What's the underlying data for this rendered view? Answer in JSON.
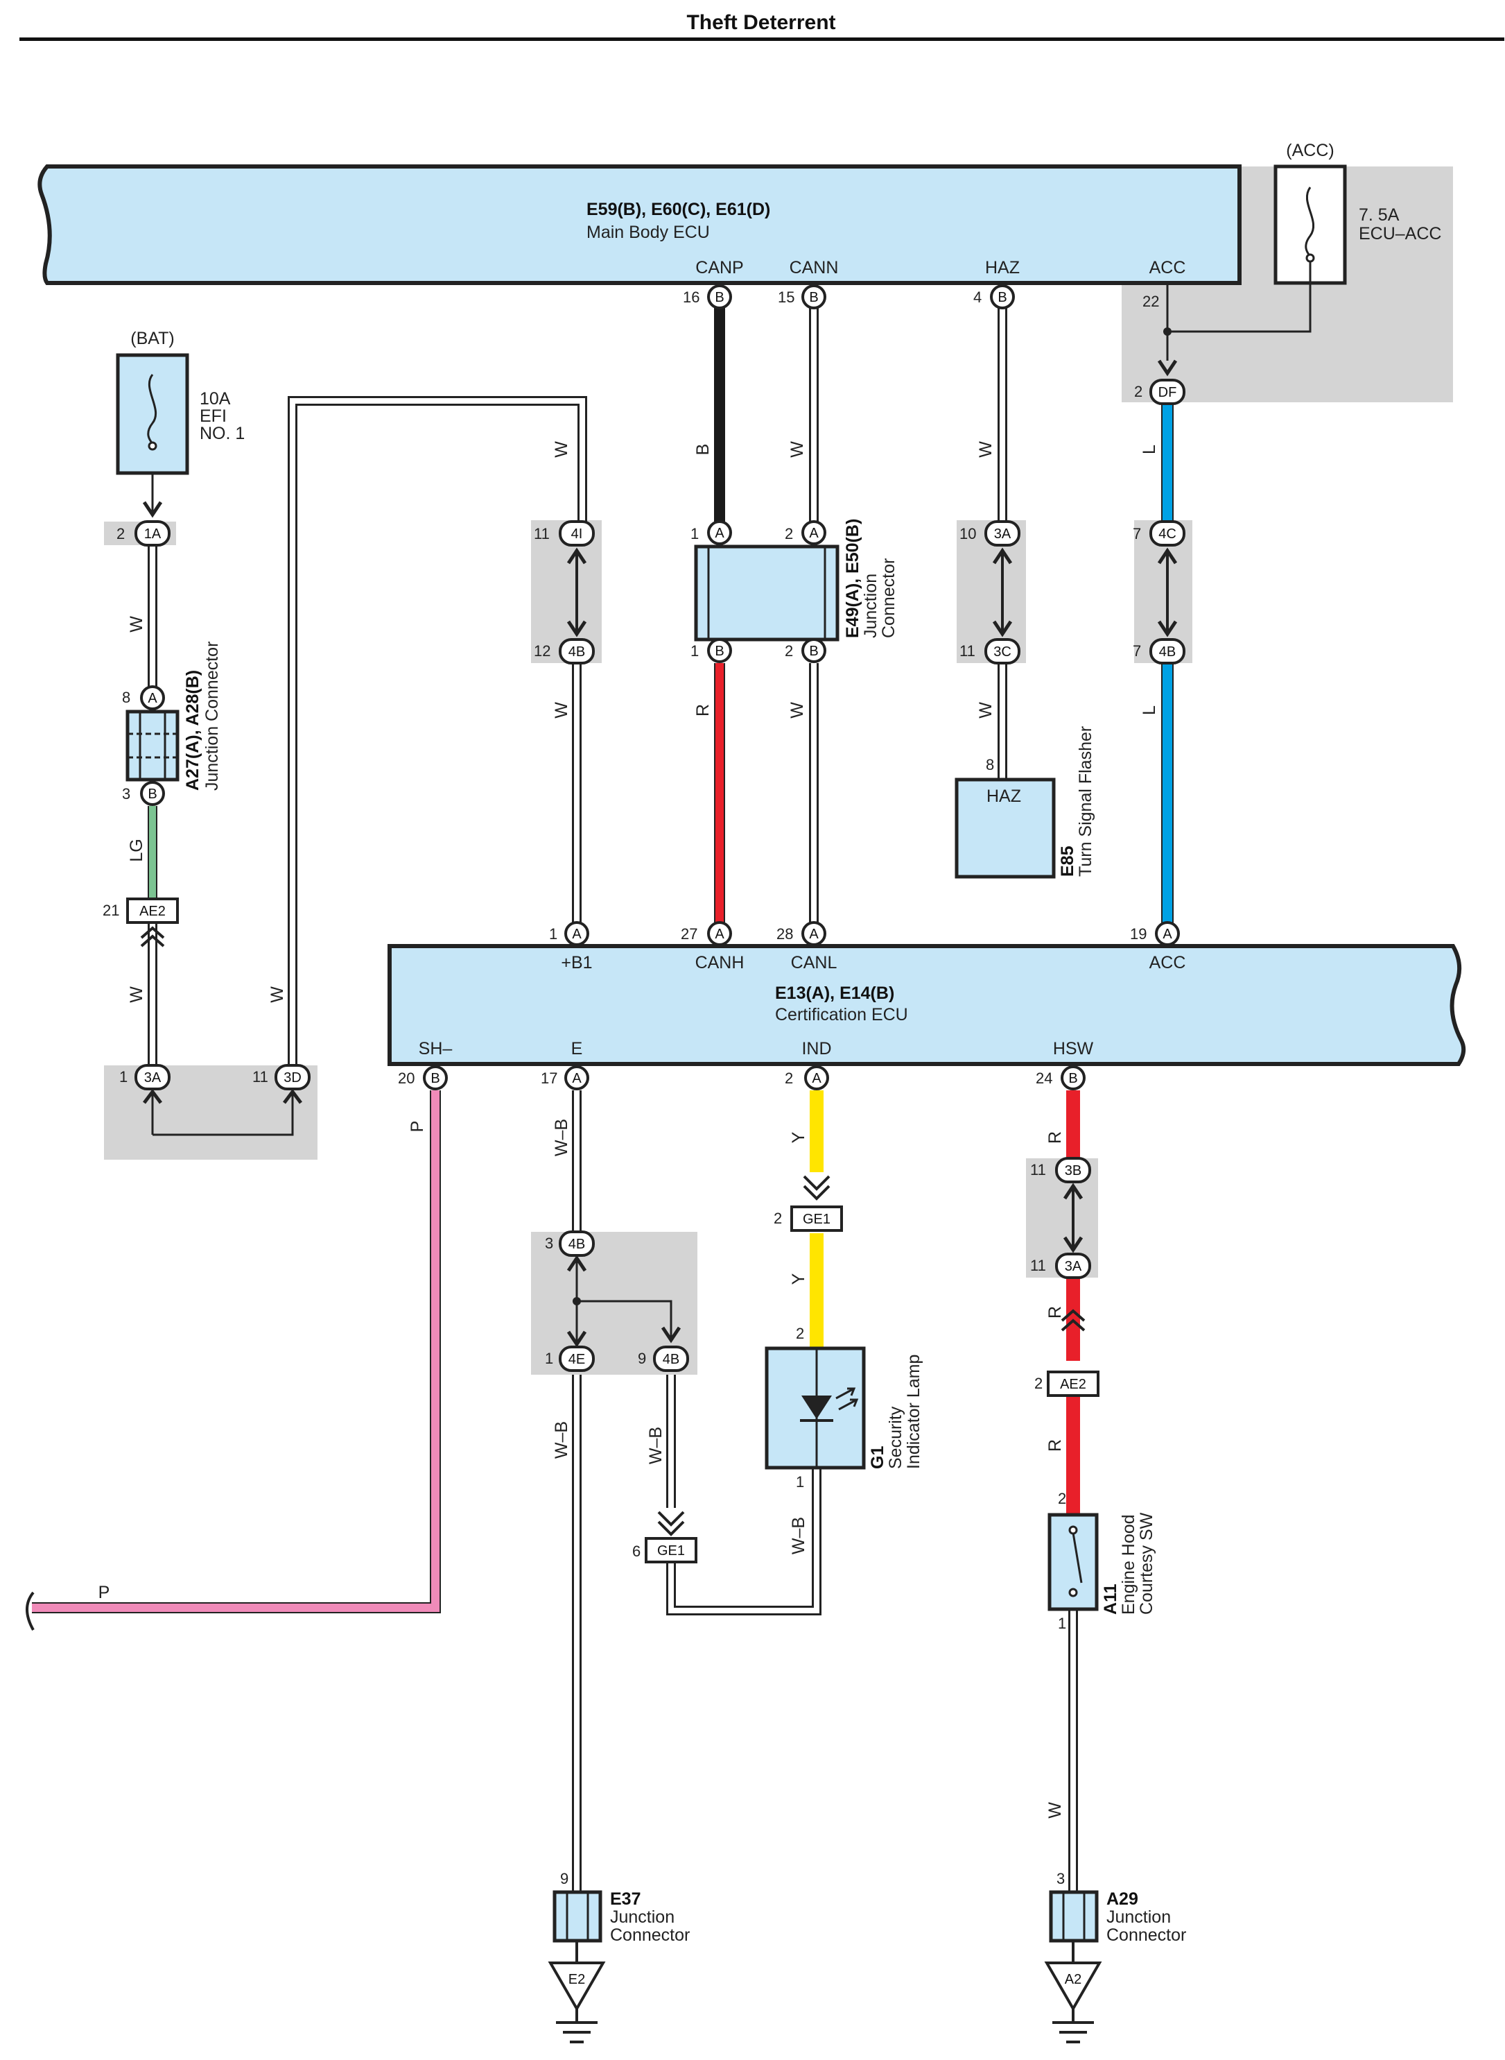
{
  "page_title": "Theft Deterrent",
  "colors": {
    "ecu_fill": "#c6e6f7",
    "gray_box": "#d4d4d4",
    "wire_black": "#1a1a1a",
    "wire_red": "#e8202a",
    "wire_blue": "#00a2e5",
    "wire_green": "#7cc492",
    "wire_pink": "#f08bb9",
    "wire_yellow": "#ffe500",
    "wire_white": "#ffffff",
    "line": "#222222"
  },
  "main_body_ecu": {
    "codes": "E59(B), E60(C), E61(D)",
    "name": "Main Body ECU",
    "terminals": [
      {
        "name": "CANP",
        "pin": "16",
        "conn": "B"
      },
      {
        "name": "CANN",
        "pin": "15",
        "conn": "B"
      },
      {
        "name": "HAZ",
        "pin": "4",
        "conn": "B"
      },
      {
        "name": "ACC",
        "pin": "",
        "conn": ""
      }
    ],
    "acc_pin": "22"
  },
  "acc_fuse": {
    "supply": "(ACC)",
    "rating": "7. 5A",
    "name": "ECU–ACC",
    "out_pin": "2",
    "out_conn": "DF"
  },
  "bat_fuse": {
    "supply": "(BAT)",
    "rating": "10A",
    "name1": "EFI",
    "name2": "NO. 1",
    "out_pin": "2",
    "out_conn": "1A"
  },
  "junction_a27": {
    "code": "A27(A), A28(B)",
    "name": "Junction Connector",
    "top_pin": "8",
    "top_conn": "A",
    "bottom_pin": "3",
    "bottom_conn": "B"
  },
  "ae2_left": {
    "pin": "21",
    "conn": "AE2"
  },
  "gray_3a_3d": {
    "left_pin": "1",
    "left_conn": "3A",
    "right_pin": "11",
    "right_conn": "3D"
  },
  "junction_e49": {
    "code": "E49(A), E50(B)",
    "name1": "Junction",
    "name2": "Connector",
    "pins": [
      "1",
      "2",
      "1",
      "2"
    ],
    "conns": [
      "A",
      "A",
      "B",
      "B"
    ]
  },
  "gray_4i_4b": {
    "top_pin": "11",
    "top_conn": "4I",
    "bottom_pin": "12",
    "bottom_conn": "4B"
  },
  "gray_3a_3c": {
    "top_pin": "10",
    "top_conn": "3A",
    "bottom_pin": "11",
    "bottom_conn": "3C"
  },
  "gray_4c_4b": {
    "top_pin": "7",
    "top_conn": "4C",
    "bottom_pin": "7",
    "bottom_conn": "4B"
  },
  "turn_flasher": {
    "pin": "8",
    "label": "HAZ",
    "code": "E85",
    "name": "Turn Signal Flasher"
  },
  "certification_ecu": {
    "codes": "E13(A), E14(B)",
    "name": "Certification ECU",
    "top_terminals": [
      {
        "name": "+B1",
        "pin": "1",
        "conn": "A"
      },
      {
        "name": "CANH",
        "pin": "27",
        "conn": "A"
      },
      {
        "name": "CANL",
        "pin": "28",
        "conn": "A"
      },
      {
        "name": "ACC",
        "pin": "19",
        "conn": "A"
      }
    ],
    "bottom_terminals": [
      {
        "name": "SH–",
        "pin": "20",
        "conn": "B"
      },
      {
        "name": "E",
        "pin": "17",
        "conn": "A"
      },
      {
        "name": "IND",
        "pin": "2",
        "conn": "A"
      },
      {
        "name": "HSW",
        "pin": "24",
        "conn": "B"
      }
    ]
  },
  "ge1_top": {
    "pin": "2",
    "conn": "GE1"
  },
  "security_lamp": {
    "top_pin": "2",
    "bottom_pin": "1",
    "code": "G1",
    "name1": "Security",
    "name2": "Indicator Lamp"
  },
  "gray_4b_4e": {
    "top_pin": "3",
    "top_conn": "4B",
    "left_pin": "1",
    "left_conn": "4E",
    "right_pin": "9",
    "right_conn": "4B"
  },
  "ge1_bottom": {
    "pin": "6",
    "conn": "GE1"
  },
  "gray_3b_3a": {
    "top_pin": "11",
    "top_conn": "3B",
    "bottom_pin": "11",
    "bottom_conn": "3A"
  },
  "ae2_right": {
    "pin": "2",
    "conn": "AE2"
  },
  "hood_switch": {
    "top_pin": "2",
    "bottom_pin": "1",
    "code": "A11",
    "name1": "Engine Hood",
    "name2": "Courtesy SW"
  },
  "junction_e37": {
    "pin": "9",
    "code": "E37",
    "name1": "Junction",
    "name2": "Connector",
    "ground": "E2"
  },
  "junction_a29": {
    "pin": "3",
    "code": "A29",
    "name1": "Junction",
    "name2": "Connector",
    "ground": "A2"
  },
  "wire_labels": {
    "w": "W",
    "b": "B",
    "l": "L",
    "r": "R",
    "lg": "LG",
    "p": "P",
    "y": "Y",
    "wb": "W–B"
  }
}
